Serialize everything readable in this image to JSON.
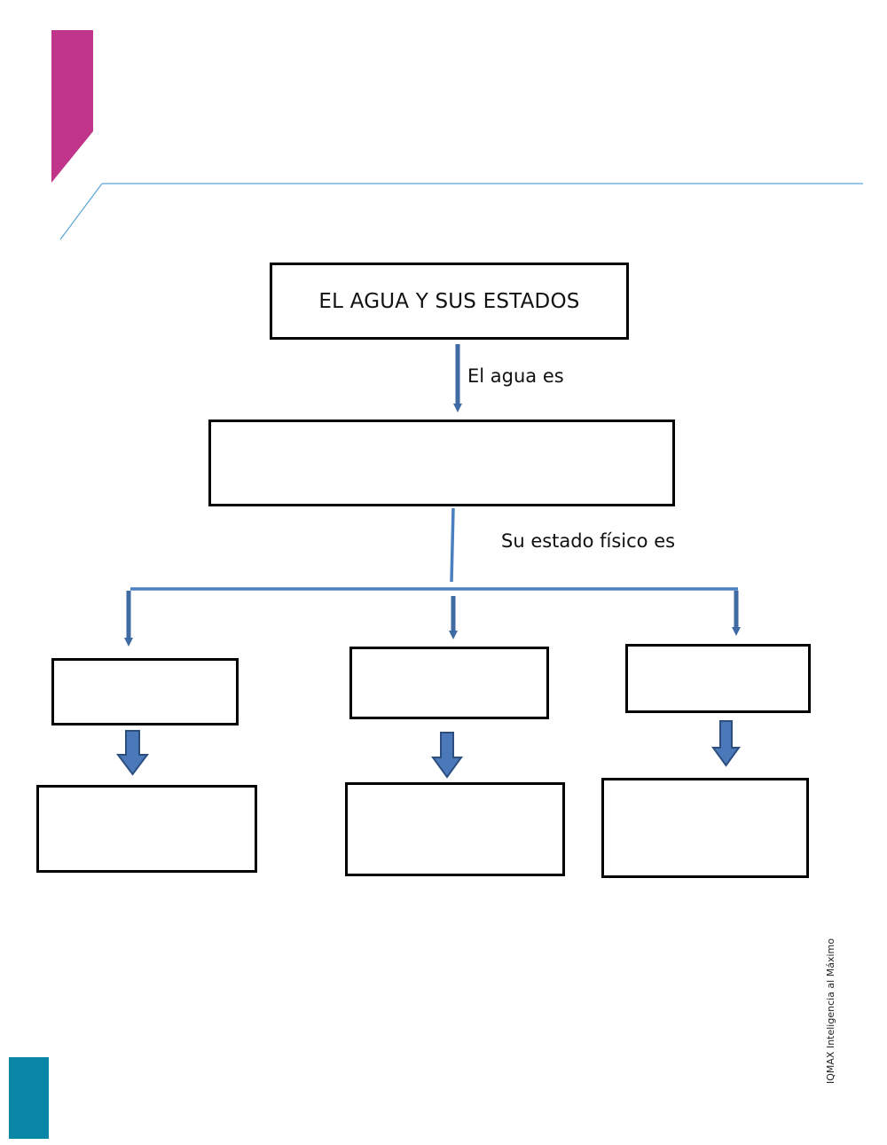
{
  "colors": {
    "accent_magenta": "#c0358a",
    "accent_teal": "#0a86a6",
    "rule_blue": "#5aa5d6",
    "connector_blue": "#4a7fc0",
    "arrow_fill": "#4a78b8",
    "arrow_stroke": "#2c4f80"
  },
  "diagram": {
    "root": {
      "label": "EL AGUA Y SUS ESTADOS"
    },
    "edge_root_to_definition": {
      "label": "El agua es"
    },
    "definition": {
      "label": ""
    },
    "edge_definition_to_states": {
      "label": "Su estado físico es"
    },
    "states": [
      {
        "label": "",
        "detail": ""
      },
      {
        "label": "",
        "detail": ""
      },
      {
        "label": "",
        "detail": ""
      }
    ]
  },
  "footer": {
    "watermark": "IQMAX Inteligencia al Máximo"
  }
}
